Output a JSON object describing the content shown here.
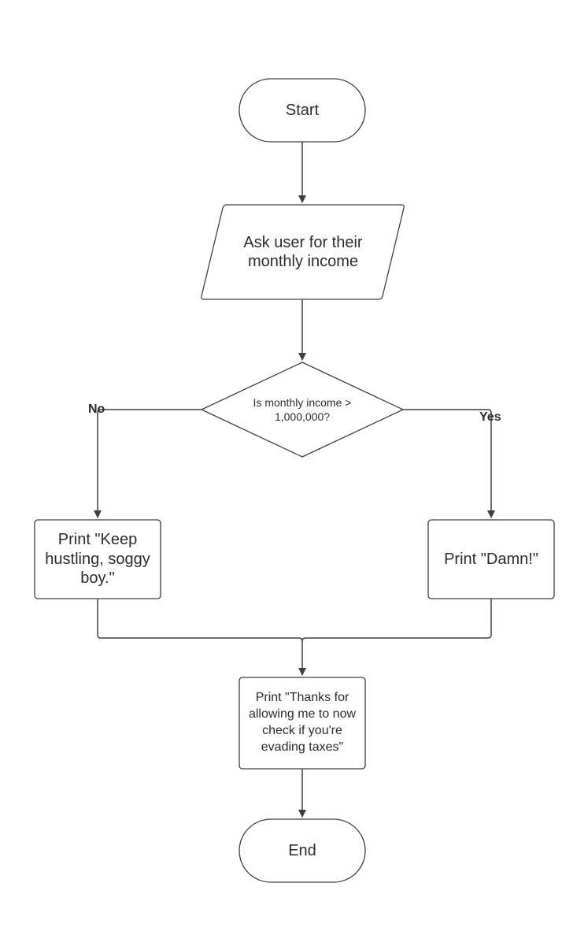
{
  "flowchart": {
    "start": "Start",
    "input": "Ask user for their monthly income",
    "decision": "Is monthly income > 1,000,000?",
    "no_label": "No",
    "yes_label": "Yes",
    "no_branch": "Print \"Keep hustling, soggy boy.\"",
    "yes_branch": "Print \"Damn!\"",
    "merge": "Print \"Thanks for allowing me to now check if you're evading taxes\"",
    "end": "End"
  },
  "colors": {
    "stroke": "#3a3f48",
    "text": "#282c33",
    "fill": "#ffffff"
  }
}
